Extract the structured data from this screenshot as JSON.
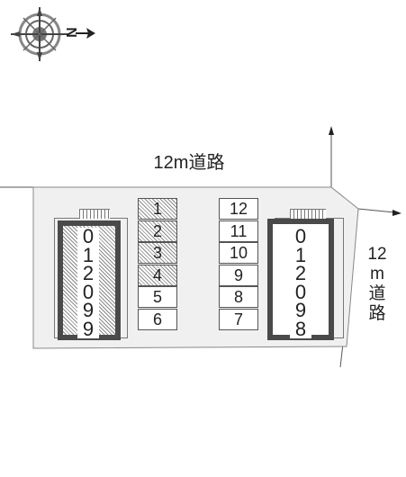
{
  "compass": {
    "north_letter": "N",
    "icon": "compass-rose-icon",
    "arrow": "north-arrow-icon"
  },
  "roads": {
    "top": {
      "label": "12m道路"
    },
    "right": {
      "label_chars": [
        "12",
        "m",
        "道",
        "路"
      ]
    }
  },
  "left_building": {
    "code_digits": [
      "0",
      "1",
      "2",
      "0",
      "9",
      "9"
    ]
  },
  "right_building": {
    "code_digits": [
      "0",
      "1",
      "2",
      "0",
      "9",
      "8"
    ]
  },
  "parking_left": {
    "stalls": [
      {
        "number": "1",
        "occupied": true
      },
      {
        "number": "2",
        "occupied": true
      },
      {
        "number": "3",
        "occupied": true
      },
      {
        "number": "4",
        "occupied": true
      },
      {
        "number": "5",
        "occupied": false
      },
      {
        "number": "6",
        "occupied": false
      }
    ]
  },
  "parking_right": {
    "stalls": [
      {
        "number": "12",
        "occupied": false
      },
      {
        "number": "11",
        "occupied": false
      },
      {
        "number": "10",
        "occupied": false
      },
      {
        "number": "9",
        "occupied": false
      },
      {
        "number": "8",
        "occupied": false
      },
      {
        "number": "7",
        "occupied": false
      }
    ]
  },
  "colors": {
    "line": "#555555",
    "lot_outline": "#888888",
    "building_wall": "#4a4a4a",
    "hatch": "#8a8a8a"
  }
}
